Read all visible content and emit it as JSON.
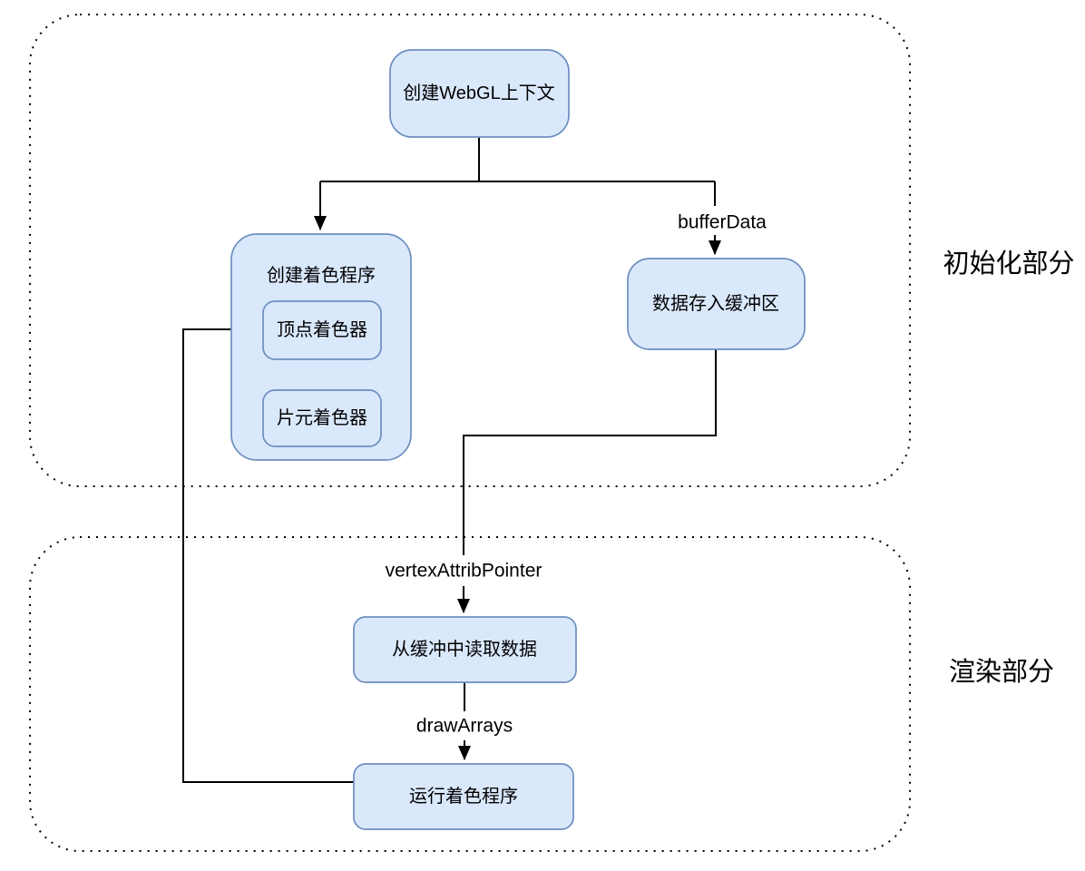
{
  "groups": {
    "init": {
      "label": "初始化部分"
    },
    "render": {
      "label": "渲染部分"
    }
  },
  "nodes": {
    "create_context": {
      "label": "创建WebGL上下文"
    },
    "create_program": {
      "label": "创建着色程序"
    },
    "vertex_shader": {
      "label": "顶点着色器"
    },
    "fragment_shader": {
      "label": "片元着色器"
    },
    "buffer_store": {
      "label": "数据存入缓冲区"
    },
    "read_buffer": {
      "label": "从缓冲中读取数据"
    },
    "run_program": {
      "label": "运行着色程序"
    }
  },
  "edge_labels": {
    "buffer_data": {
      "label": "bufferData"
    },
    "vertex_attrib_pointer": {
      "label": "vertexAttribPointer"
    },
    "draw_arrays": {
      "label": "drawArrays"
    }
  },
  "colors": {
    "node_fill": "#dae8fc",
    "node_border": "#6c8ebf",
    "connector": "#000000",
    "group_border": "#000000",
    "text": "#000000",
    "background": "#ffffff"
  }
}
